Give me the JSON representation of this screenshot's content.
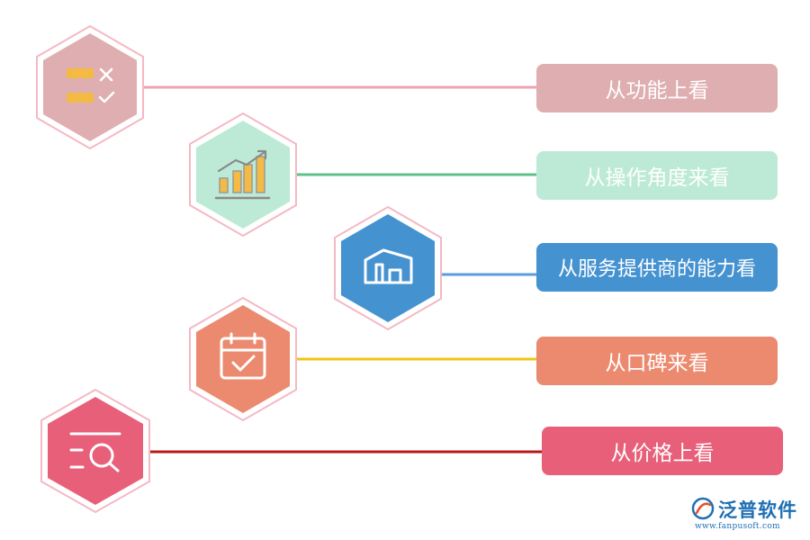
{
  "items": [
    {
      "label": "从功能上看",
      "icon": "checklist-icon",
      "color": "#dfaeb0",
      "line_color": "#f0a3b0"
    },
    {
      "label": "从操作角度来看",
      "icon": "bar-chart-trend-icon",
      "color": "#bcead6",
      "line_color": "#60c08a"
    },
    {
      "label": "从服务提供商的能力看",
      "icon": "building-icon",
      "color": "#4592d1",
      "line_color": "#5b9be0"
    },
    {
      "label": "从口碑来看",
      "icon": "calendar-check-icon",
      "color": "#eb8a6f",
      "line_color": "#f3c318"
    },
    {
      "label": "从价格上看",
      "icon": "search-list-icon",
      "color": "#e85f79",
      "line_color": "#b81818"
    }
  ],
  "watermark": {
    "name": "泛普软件",
    "url": "www.fanpusoft.com",
    "color": "#1f6fb4"
  }
}
